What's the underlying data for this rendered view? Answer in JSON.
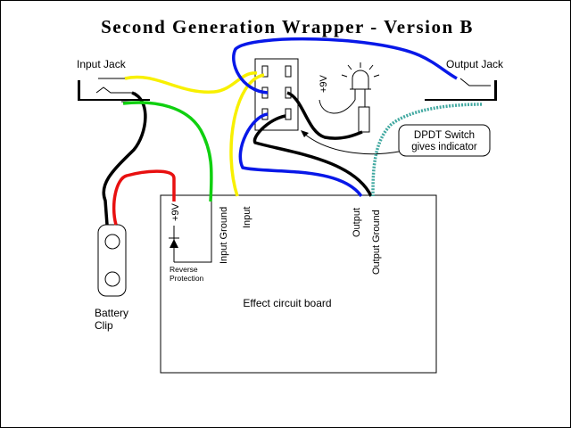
{
  "title": "Second Generation Wrapper - Version B",
  "labels": {
    "input_jack": "Input Jack",
    "output_jack": "Output Jack",
    "battery_clip_line1": "Battery",
    "battery_clip_line2": "Clip",
    "plus9v_board": "+9V",
    "plus9v_led": "+9V",
    "input_ground": "Input Ground",
    "input": "Input",
    "output": "Output",
    "output_ground": "Output Ground",
    "reverse_line1": "Reverse",
    "reverse_line2": "Protection",
    "board": "Effect circuit board",
    "callout_line1": "DPDT Switch",
    "callout_line2": "gives indicator"
  },
  "wire_colors": {
    "yellow": "#f8f000",
    "blue": "#0818e8",
    "black": "#000000",
    "red": "#e81010",
    "green": "#10d010",
    "teal": "#40a8a0"
  }
}
